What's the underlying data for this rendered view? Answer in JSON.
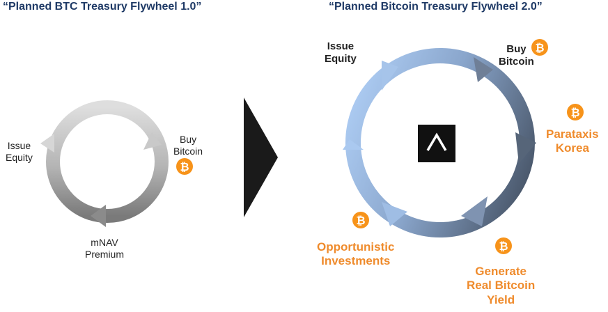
{
  "flywheel_v1": {
    "title": "“Planned BTC Treasury Flywheel 1.0”",
    "nodes": {
      "issue_equity": [
        "Issue",
        "Equity"
      ],
      "buy_bitcoin": [
        "Buy",
        "Bitcoin"
      ],
      "mnav_premium": [
        "mNAV",
        "Premium"
      ]
    }
  },
  "flywheel_v2": {
    "title": "“Planned Bitcoin Treasury Flywheel 2.0”",
    "nodes": {
      "issue_equity": [
        "Issue",
        "Equity"
      ],
      "buy_bitcoin": [
        "Buy",
        "Bitcoin"
      ],
      "parataxis_korea": [
        "Parataxis",
        "Korea"
      ],
      "generate_yield": [
        "Generate",
        "Real Bitcoin",
        "Yield"
      ],
      "opportunistic_investments": [
        "Opportunistic",
        "Investments"
      ]
    }
  },
  "colors": {
    "title_navy": "#1f3a66",
    "bitcoin_orange": "#f7931a",
    "label_orange": "#ef8b2c",
    "ring_light_blue": "#a9c8ee",
    "ring_slate": "#4f5e73",
    "ring_gray_light": "#dcdcdc",
    "ring_gray_dark": "#7f7f7f",
    "arrow_black": "#1a1a1a"
  },
  "icons": {
    "bitcoin": "bitcoin-icon",
    "transition_arrow": "triangle-right-icon",
    "center_logo": "chevron-up-logo-icon"
  }
}
